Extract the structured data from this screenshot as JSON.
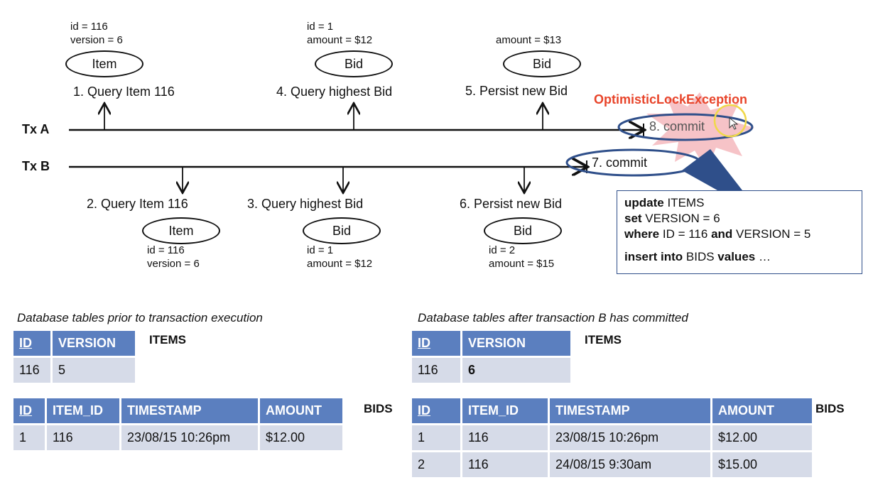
{
  "tx_a": {
    "label": "Tx A",
    "steps": [
      {
        "notes": [
          "id = 116",
          "version = 6"
        ],
        "entity": "Item",
        "label": "1. Query Item 116"
      },
      {
        "notes": [
          "id = 1",
          "amount = $12"
        ],
        "entity": "Bid",
        "label": "4. Query highest Bid"
      },
      {
        "notes": [
          "amount = $13"
        ],
        "entity": "Bid",
        "label": "5. Persist new Bid"
      }
    ],
    "commit": "8. commit",
    "exception": "OptimisticLockException"
  },
  "tx_b": {
    "label": "Tx B",
    "steps": [
      {
        "label": "2. Query Item 116",
        "entity": "Item",
        "notes": [
          "id = 116",
          "version = 6"
        ]
      },
      {
        "label": "3. Query highest Bid",
        "entity": "Bid",
        "notes": [
          "id = 1",
          "amount = $12"
        ]
      },
      {
        "label": "6. Persist new Bid",
        "entity": "Bid",
        "notes": [
          "id = 2",
          "amount = $15"
        ]
      }
    ],
    "commit": "7. commit"
  },
  "sql": {
    "l1_kw": "update",
    "l1_rest": " ITEMS",
    "l2_kw": "set",
    "l2_rest": " VERSION = 6",
    "l3_kw": "where",
    "l3_mid": " ID = 116 ",
    "l3_kw2": "and",
    "l3_rest": " VERSION = 5",
    "l5_kw": "insert into",
    "l5_mid": " BIDS ",
    "l5_kw2": "values",
    "l5_rest": " …"
  },
  "before": {
    "caption": "Database tables prior to transaction execution",
    "items": {
      "name": "ITEMS",
      "headers": [
        "ID",
        "VERSION"
      ],
      "rows": [
        [
          "116",
          "5"
        ]
      ]
    },
    "bids": {
      "name": "BIDS",
      "headers": [
        "ID",
        "ITEM_ID",
        "TIMESTAMP",
        "AMOUNT"
      ],
      "rows": [
        [
          "1",
          "116",
          "23/08/15 10:26pm",
          "$12.00"
        ]
      ]
    }
  },
  "after": {
    "caption": "Database tables after transaction B has committed",
    "items": {
      "name": "ITEMS",
      "headers": [
        "ID",
        "VERSION"
      ],
      "rows": [
        [
          "116",
          "6"
        ]
      ]
    },
    "bids": {
      "name": "BIDS",
      "headers": [
        "ID",
        "ITEM_ID",
        "TIMESTAMP",
        "AMOUNT"
      ],
      "rows": [
        [
          "1",
          "116",
          "23/08/15 10:26pm",
          "$12.00"
        ],
        [
          "2",
          "116",
          "24/08/15 9:30am",
          "$15.00"
        ]
      ]
    }
  },
  "colors": {
    "header_bg": "#5b7fbf",
    "cell_bg": "#d6dbe8",
    "exception": "#e8442a",
    "burst": "#f4b8bd",
    "ellipse_blue": "#2f4f8a"
  }
}
